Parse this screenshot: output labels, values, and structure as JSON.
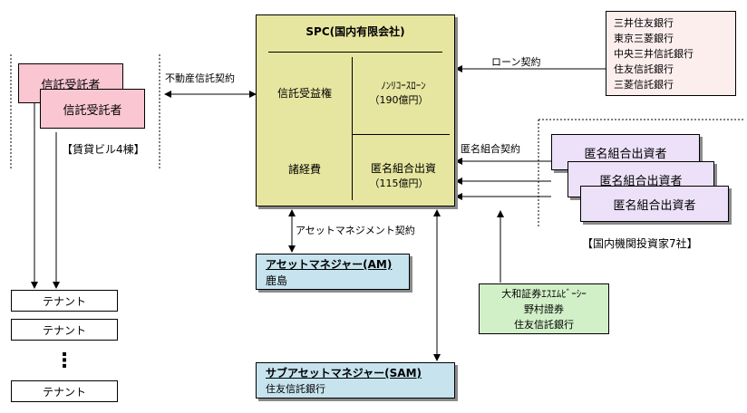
{
  "spc": {
    "title": "SPC(国内有限会社)",
    "trust_beneficiary": "信託受益権",
    "expenses": "諸経費",
    "nonrecourse_loan": "ﾉﾝﾘｺｰｽﾛｰﾝ",
    "nonrecourse_amount": "（190億円）",
    "tk_investment": "匿名組合出資",
    "tk_amount": "（115億円）"
  },
  "trustees": [
    "信託受託者",
    "信託受託者"
  ],
  "rental_buildings": "【賃貸ビル4棟】",
  "real_estate_trust": "不動産信託契約",
  "tenants": [
    "テナント",
    "テナント",
    "テナント"
  ],
  "tenant_ellipsis": "⋮",
  "banks": [
    "三井住友銀行",
    "東京三菱銀行",
    "中央三井信託銀行",
    "住友信託銀行",
    "三菱信託銀行"
  ],
  "loan_contract": "ローン契約",
  "tk_contract": "匿名組合契約",
  "tk_investors": [
    "匿名組合出資者",
    "匿名組合出資者",
    "匿名組合出資者"
  ],
  "domestic_investors": "【国内機関投資家7社】",
  "am_contract": "アセットマネジメント契約",
  "am": {
    "title": "アセットマネジャー(AM)",
    "name": "鹿島"
  },
  "sam": {
    "title": "サブアセットマネジャー(SAM)",
    "name": "住友信託銀行"
  },
  "securities": [
    "大和証券ｴｽｴﾑﾋﾞｰｼｰ",
    "野村證券",
    "住友信託銀行"
  ],
  "colors": {
    "spc_fill": "#e6e6a0",
    "trustee_fill": "#f9c6d2",
    "bank_fill": "#fdeeee",
    "investor_fill": "#ece1f8",
    "am_fill": "#c6e3ee",
    "securities_fill": "#d2f0c8"
  }
}
